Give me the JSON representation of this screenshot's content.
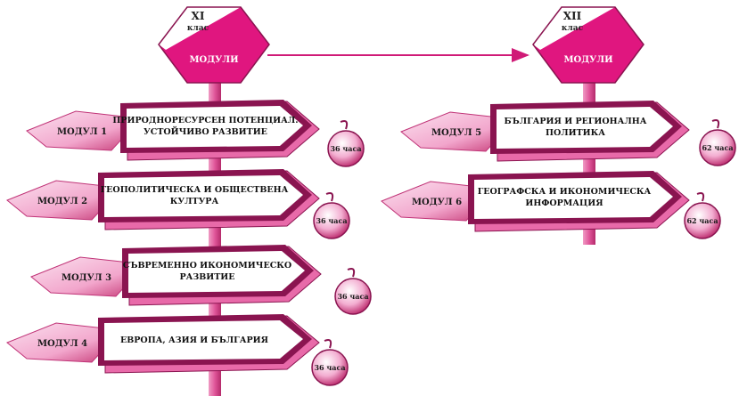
{
  "colors": {
    "magenta": "#e0167f",
    "pink_light": "#f6c4df",
    "pink_mid": "#e86aa9",
    "purple_dark": "#8a1450",
    "pole": "#e0669f",
    "sign_fill": "#ffffff"
  },
  "headers": [
    {
      "grade": "XI",
      "word": "клас",
      "label": "МОДУЛИ"
    },
    {
      "grade": "XII",
      "word": "клас",
      "label": "МОДУЛИ"
    }
  ],
  "modules": [
    {
      "module": "МОДУЛ 1",
      "title_lines": [
        "ПРИРОДНОРЕСУРСЕН ПОТЕНЦИАЛ.",
        "УСТОЙЧИВО РАЗВИТИЕ"
      ],
      "hours": "36 часа"
    },
    {
      "module": "МОДУЛ 2",
      "title_lines": [
        "ГЕОПОЛИТИЧЕСКА И ОБЩЕСТВЕНА",
        "КУЛТУРА"
      ],
      "hours": "36 часа"
    },
    {
      "module": "МОДУЛ 3",
      "title_lines": [
        "СЪВРЕМЕННО ИКОНОМИЧЕСКО",
        "РАЗВИТИЕ"
      ],
      "hours": "36 часа"
    },
    {
      "module": "МОДУЛ 4",
      "title_lines": [
        "ЕВРОПА, АЗИЯ И БЪЛГАРИЯ"
      ],
      "hours": "36 часа"
    },
    {
      "module": "МОДУЛ 5",
      "title_lines": [
        "БЪЛГАРИЯ И РЕГИОНАЛНА",
        "ПОЛИТИКА"
      ],
      "hours": "62 часа"
    },
    {
      "module": "МОДУЛ 6",
      "title_lines": [
        "ГЕОГРАФСКА И ИКОНОМИЧЕСКА",
        "ИНФОРМАЦИЯ"
      ],
      "hours": "62 часа"
    }
  ]
}
